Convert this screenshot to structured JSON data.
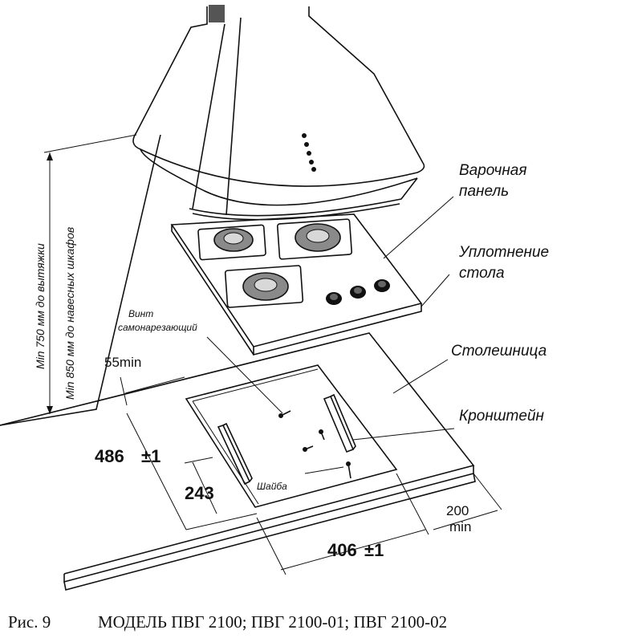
{
  "labels": {
    "cooktop": [
      "Варочная",
      "панель"
    ],
    "seal": [
      "Уплотнение",
      "стола"
    ],
    "countertop": "Столешница",
    "bracket": "Кронштейн",
    "screw": [
      "Винт",
      "самонарезающий"
    ],
    "washer": "Шайба",
    "height_hood": "Min 750 мм до вытяжки",
    "height_cabinets": "Min 850 мм до навесных шкафов"
  },
  "dimensions": {
    "front_clearance": "55min",
    "depth": "486",
    "depth_tol": "±1",
    "half_depth": "243",
    "width": "406",
    "width_tol": "±1",
    "rear_clearance_value": "200",
    "rear_clearance_unit": "min"
  },
  "caption": {
    "fig": "Рис. 9",
    "text": "МОДЕЛЬ ПВГ 2100; ПВГ 2100-01; ПВГ 2100-02"
  },
  "colors": {
    "line": "#111111",
    "burner": "#8a8a8a",
    "hood_vent": "#555555"
  }
}
